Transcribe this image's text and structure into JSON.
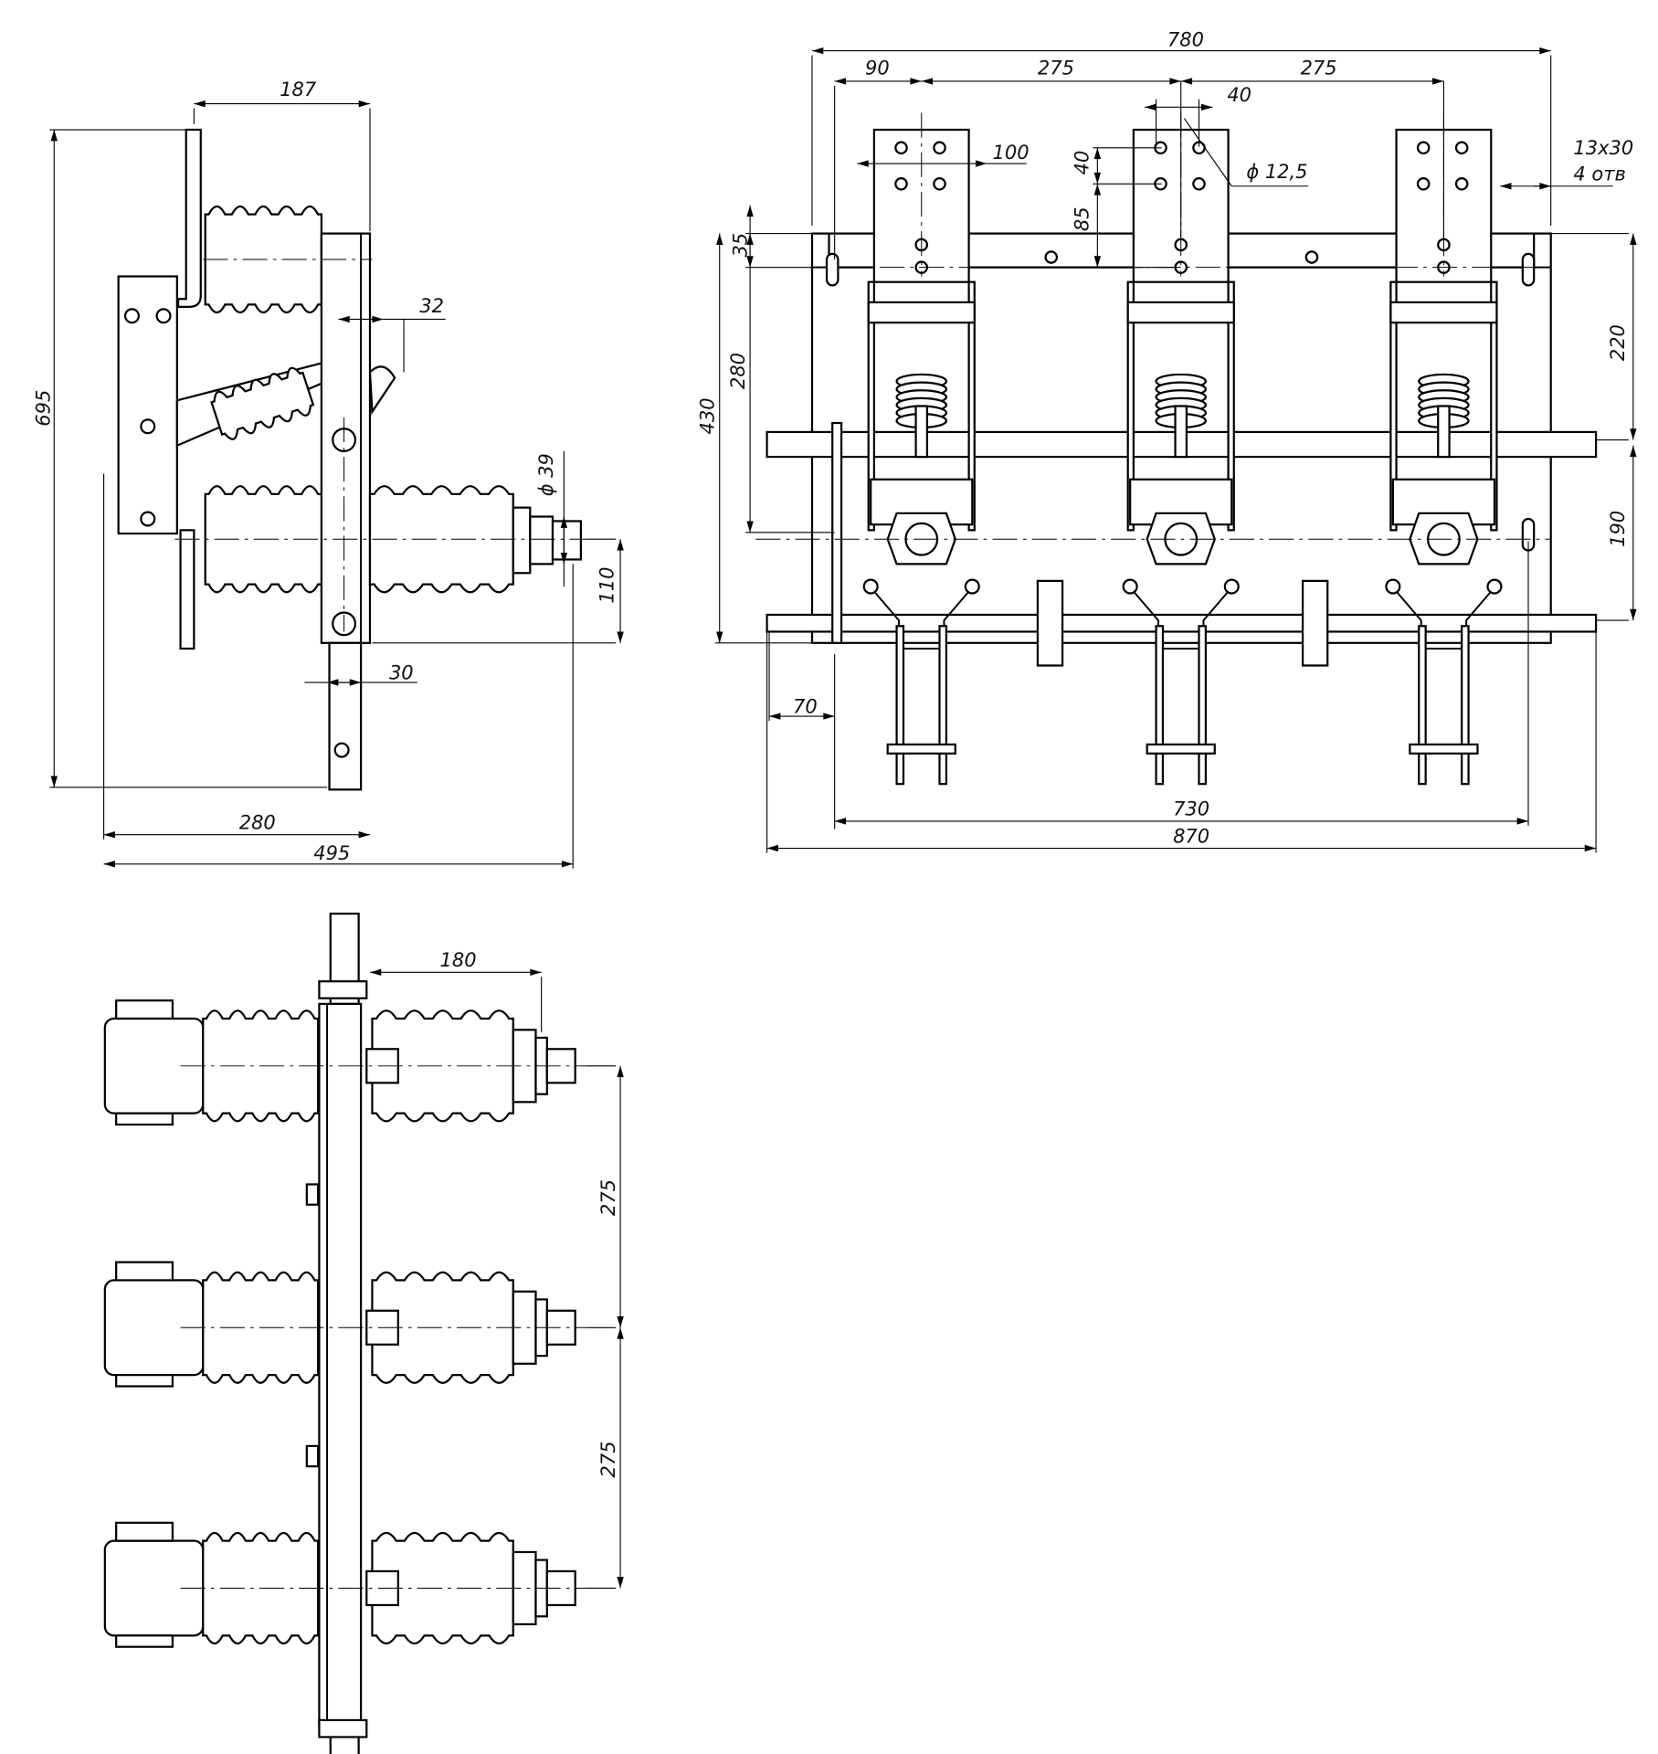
{
  "views": {
    "side": {
      "dims": {
        "d187": "187",
        "d695": "695",
        "d32": "32",
        "d39": "ϕ 39",
        "d110": "110",
        "d30": "30",
        "d280": "280",
        "d495": "495"
      }
    },
    "front": {
      "dims": {
        "d780": "780",
        "d90": "90",
        "d275a": "275",
        "d275b": "275",
        "d40h": "40",
        "d100": "100",
        "d12": "ϕ 12,5",
        "d13": "13x30",
        "d13b": "4 отв",
        "d35": "35",
        "d40v": "40",
        "d85": "85",
        "d430": "430",
        "d280": "280",
        "d220": "220",
        "d190": "190",
        "d70": "70",
        "d730": "730",
        "d870": "870"
      }
    },
    "top": {
      "dims": {
        "d180": "180",
        "d275a": "275",
        "d275b": "275"
      }
    }
  },
  "colors": {
    "line": "#000000",
    "background": "#ffffff"
  }
}
